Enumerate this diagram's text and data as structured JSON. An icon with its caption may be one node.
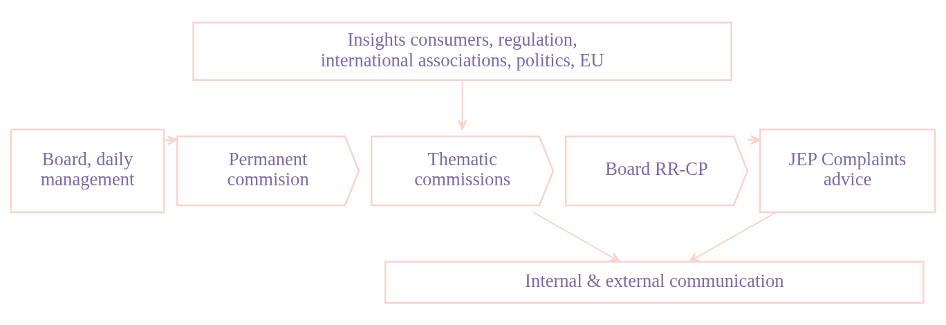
{
  "diagram": {
    "nodes": [
      {
        "text": [
          "Insights consumers, regulation, international associations, politics, EU"
        ]
      },
      {
        "text": [
          "Board, daily management"
        ]
      },
      {
        "text": [
          "Permanent commision"
        ]
      },
      {
        "text": [
          "Thematic commissions"
        ]
      },
      {
        "text": [
          "Board RR-CP"
        ]
      },
      {
        "text": [
          "JEP Complaints advice"
        ]
      },
      {
        "text": [
          "Internal & external communication"
        ]
      }
    ],
    "edges": [
      {
        "from": 0,
        "to": 3,
        "arrow": "to"
      },
      {
        "from": 1,
        "to": 2,
        "arrow": "to"
      },
      {
        "from": 4,
        "to": 5,
        "arrow": "to"
      },
      {
        "from": 3,
        "to": 6,
        "arrow": "to"
      },
      {
        "from": 5,
        "to": 6,
        "arrow": "to"
      }
    ]
  }
}
